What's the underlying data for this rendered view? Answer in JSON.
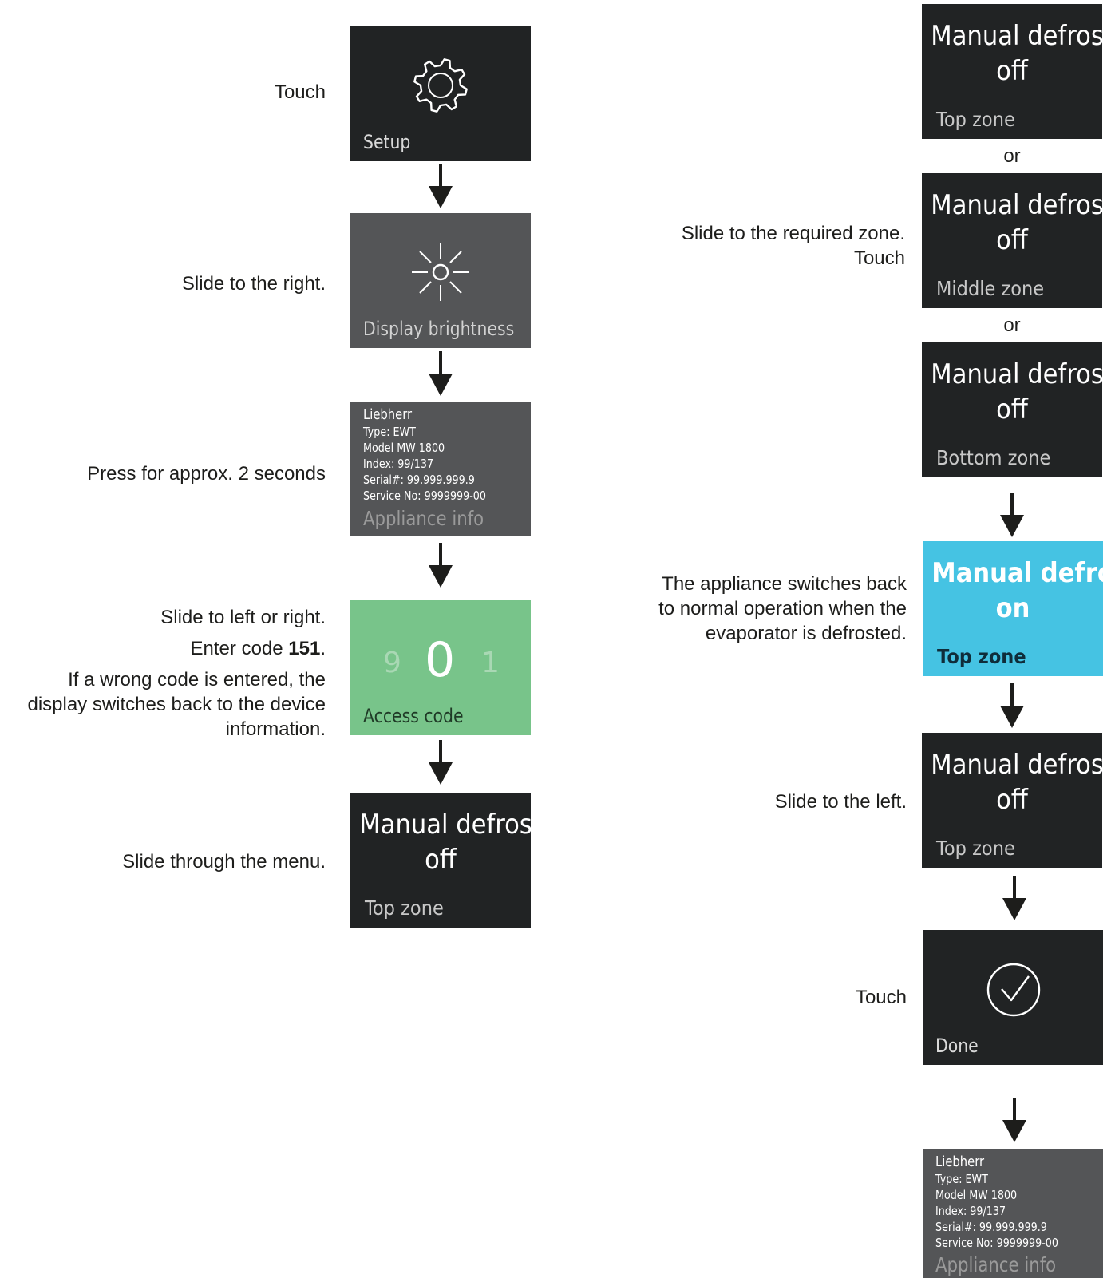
{
  "left": {
    "step1": {
      "instruction": "Touch",
      "panel_label": "Setup",
      "icon": "gear-icon"
    },
    "step2": {
      "instruction": "Slide to the right.",
      "panel_label": "Display brightness",
      "icon": "sun-icon"
    },
    "step3": {
      "instruction": "Press for approx. 2 seconds",
      "info_lines": [
        "Liebherr",
        "Type: EWT",
        "Model MW 1800",
        "Index: 99/137",
        "Serial#: 99.999.999.9",
        "Service No: 9999999-00"
      ],
      "panel_label": "Appliance info"
    },
    "step4": {
      "instruction_lines": [
        "Slide to left or right."
      ],
      "code_prefix": "Enter code ",
      "code_value": "151",
      "code_suffix": ".",
      "wrong_code_lines": [
        "If a wrong code is entered, the",
        "display switches back to the device",
        "information."
      ],
      "digit_prev": "9",
      "digit_current": "0",
      "digit_next": "1",
      "panel_label": "Access code"
    },
    "step5": {
      "instruction": "Slide through the menu.",
      "title_line1": "Manual defrost",
      "title_line2": "off",
      "zone": "Top zone"
    }
  },
  "right": {
    "zone_top": {
      "title_line1": "Manual defrost",
      "title_line2": "off",
      "zone": "Top zone"
    },
    "or1": "or",
    "zone_middle": {
      "title_line1": "Manual defrost",
      "title_line2": "off",
      "zone": "Middle zone"
    },
    "or2": "or",
    "zone_bottom": {
      "title_line1": "Manual defrost",
      "title_line2": "off",
      "zone": "Bottom zone"
    },
    "select_instruction_lines": [
      "Slide to the required zone.",
      "Touch"
    ],
    "active": {
      "title_line1": "Manual defrost",
      "title_line2": "on",
      "zone": "Top zone",
      "note_lines": [
        "The appliance switches back",
        "to normal operation when the",
        "evaporator is defrosted."
      ]
    },
    "after": {
      "instruction": "Slide to the left.",
      "title_line1": "Manual defrost",
      "title_line2": "off",
      "zone": "Top zone"
    },
    "done": {
      "instruction": "Touch",
      "panel_label": "Done",
      "icon": "checkmark-circle-icon"
    },
    "final": {
      "info_lines": [
        "Liebherr",
        "Type: EWT",
        "Model MW 1800",
        "Index: 99/137",
        "Serial#: 99.999.999.9",
        "Service No: 9999999-00"
      ],
      "panel_label": "Appliance info"
    }
  },
  "colors": {
    "panel_dark": "#212324",
    "panel_grey": "#545557",
    "panel_green": "#78c48a",
    "panel_blue": "#45c3e3",
    "arrow": "#1d1d1b",
    "text": "#1d1d1b"
  }
}
